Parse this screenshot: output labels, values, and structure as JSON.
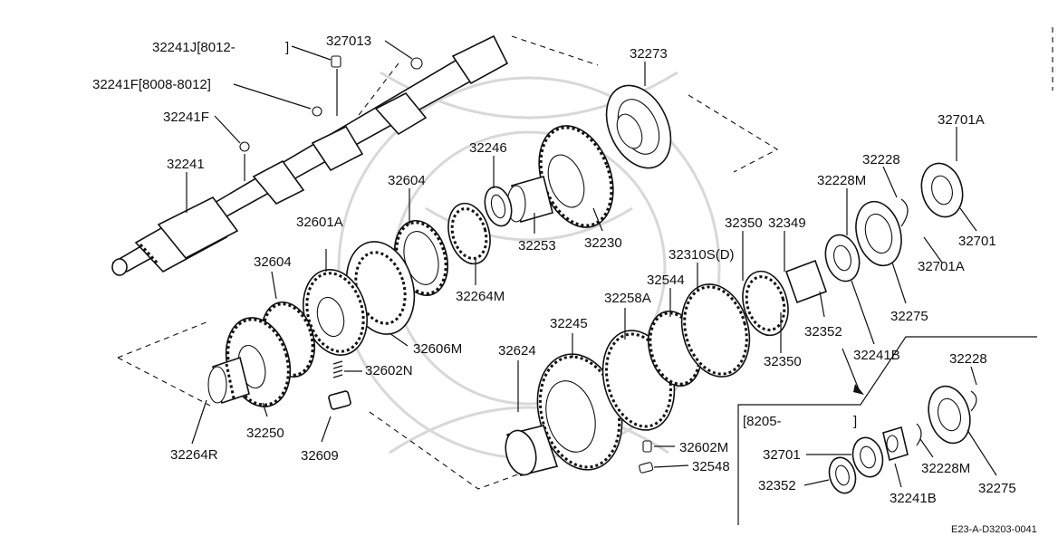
{
  "labels": {
    "p32241J": "32241J[8012-",
    "bracket_close_top": "]",
    "p327013": "327013",
    "p32241F_range": "32241F[8008-8012]",
    "p32241F": "32241F",
    "p32241": "32241",
    "p32273": "32273",
    "p32246": "32246",
    "p32604_top": "32604",
    "p32601A": "32601A",
    "p32253": "32253",
    "p32230": "32230",
    "p32604_left": "32604",
    "p32264M": "32264M",
    "p32606M": "32606M",
    "p32602N": "32602N",
    "p32264R": "32264R",
    "p32250": "32250",
    "p32609": "32609",
    "p32245": "32245",
    "p32624": "32624",
    "p32258A": "32258A",
    "p32544": "32544",
    "p32310S": "32310S(D)",
    "p32350_top": "32350",
    "p32349": "32349",
    "p32228M_top": "32228M",
    "p32228_top": "32228",
    "p32701A_top": "32701A",
    "p32701_right": "32701",
    "p32701A_mid": "32701A",
    "p32275_mid": "32275",
    "p32352_mid": "32352",
    "p32241B_mid": "32241B",
    "p32350_bottom": "32350",
    "p32602M": "32602M",
    "p32548": "32548",
    "inset_header": "[8205-",
    "inset_bracket": "]",
    "inset_32228": "32228",
    "inset_32701": "32701",
    "inset_32352": "32352",
    "inset_32241B": "32241B",
    "inset_32228M": "32228M",
    "inset_32275": "32275",
    "ref_code": "E23-A-D3203-0041"
  }
}
